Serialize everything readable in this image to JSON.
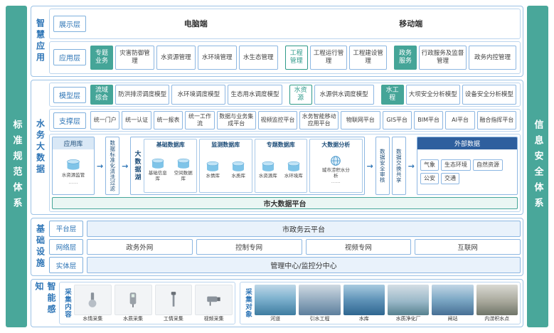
{
  "colors": {
    "teal": "#45a598",
    "blue": "#2e75b6",
    "dark_blue": "#2e5f9e",
    "border_blue": "#8db7e2"
  },
  "icons": {
    "arrow_right": "→"
  },
  "frame": {
    "left_bar": "标准规范体系",
    "right_bar": "信息安全体系"
  },
  "smart_app": {
    "section_label": "智慧应用",
    "display_layer": {
      "label": "展示层",
      "pc": "电脑端",
      "mobile": "移动端"
    },
    "app_layer": {
      "label": "应用层",
      "g1_head": "专题业务",
      "g1_items": [
        "灾害防御管理",
        "水资源管理",
        "水环境管理",
        "水生态管理"
      ],
      "g2_head": "工程管理",
      "g2_items": [
        "工程运行管理",
        "工程建设管理"
      ],
      "g3_head": "政务服务",
      "g3_items": [
        "行政服务及监督管理",
        "政务内控管理"
      ]
    }
  },
  "big_data": {
    "section_label": "水务大数据",
    "model_layer": {
      "label": "模型层",
      "g1_head": "流域综合",
      "g1_items": [
        "防洪排涝调度模型",
        "水环境调度模型",
        "生态用水调度模型"
      ],
      "g2_head": "水资源",
      "g2_items": [
        "水源供水调度模型"
      ],
      "g3_head": "水工程",
      "g3_items": [
        "大坝安全分析模型",
        "设备安全分析模型"
      ]
    },
    "support_layer": {
      "label": "支撑层",
      "items": [
        "统一门户",
        "统一认证",
        "统一报表",
        "统一工作流",
        "数据与业务集成平台",
        "视频监控平台",
        "水务智能移动应用平台",
        "物联网平台",
        "GIS平台",
        "BIM平台",
        "AI平台",
        "融合指挥平台"
      ]
    },
    "data_flow": {
      "app_store": {
        "title": "应用库",
        "item": "水资源监管",
        "more": "……"
      },
      "cleanse": "数据标准化清洗过滤",
      "lake": {
        "label": "大数据湖",
        "groups": [
          {
            "title": "基础数据库",
            "items": [
              "基础信息库",
              "空间数据库"
            ]
          },
          {
            "title": "监测数据库",
            "items": [
              "水情库",
              "水质库"
            ]
          },
          {
            "title": "专题数据库",
            "items": [
              "水资源库",
              "水环境库"
            ]
          },
          {
            "title": "大数据分析",
            "items": [
              "城市涝积水分析",
              "……"
            ]
          }
        ]
      },
      "audit": "数据安全审核",
      "share": "数据交换共享",
      "external": {
        "title": "外部数据",
        "items": [
          "气象",
          "生态环境",
          "自然资源",
          "公安",
          "交通"
        ]
      },
      "platform_bar": "市大数据平台"
    }
  },
  "infrastructure": {
    "section_label": "基础设施",
    "rows": [
      {
        "label": "平台层",
        "text": "市政务云平台"
      },
      {
        "label": "网络层",
        "items": [
          "政务外网",
          "控制专网",
          "视频专网",
          "互联网"
        ]
      },
      {
        "label": "实体层",
        "text": "管理中心/监控分中心"
      }
    ]
  },
  "perception": {
    "section_label": "智能感知",
    "content": {
      "label": "采集内容",
      "items": [
        "水情采集",
        "水质采集",
        "工情采集",
        "视频采集"
      ]
    },
    "objects": {
      "label": "采集对象",
      "items": [
        "河道",
        "引水工程",
        "水库",
        "水质净化厂",
        "闸站",
        "内涝积水点"
      ]
    }
  }
}
